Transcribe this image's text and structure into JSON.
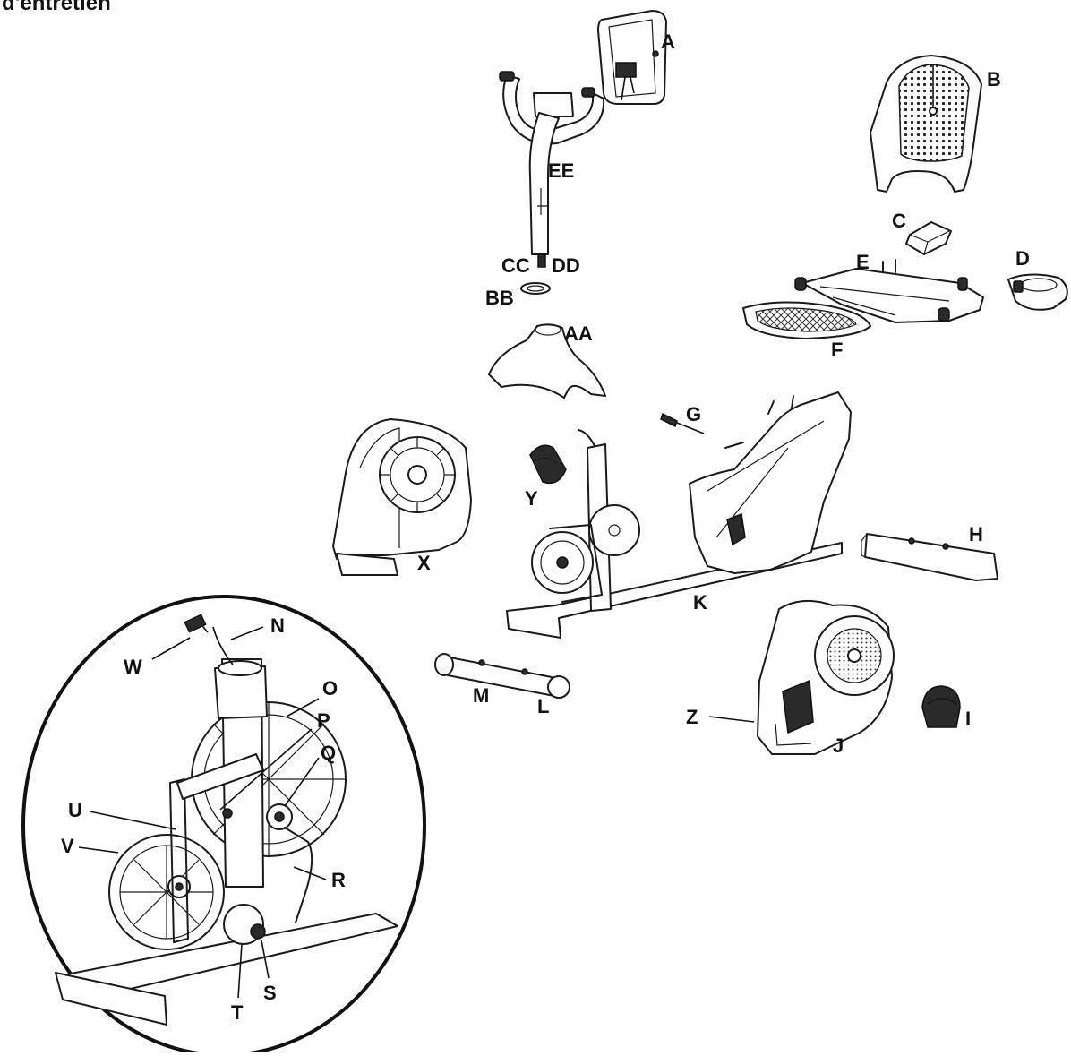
{
  "heading": "d'entretien",
  "labels": {
    "A": "A",
    "B": "B",
    "C": "C",
    "D": "D",
    "E": "E",
    "F": "F",
    "G": "G",
    "H": "H",
    "I": "I",
    "J": "J",
    "K": "K",
    "L": "L",
    "M": "M",
    "N": "N",
    "O": "O",
    "P": "P",
    "Q": "Q",
    "R": "R",
    "S": "S",
    "T": "T",
    "U": "U",
    "V": "V",
    "W": "W",
    "X": "X",
    "Y": "Y",
    "Z": "Z",
    "AA": "AA",
    "BB": "BB",
    "CC": "CC",
    "DD": "DD",
    "EE": "EE"
  }
}
